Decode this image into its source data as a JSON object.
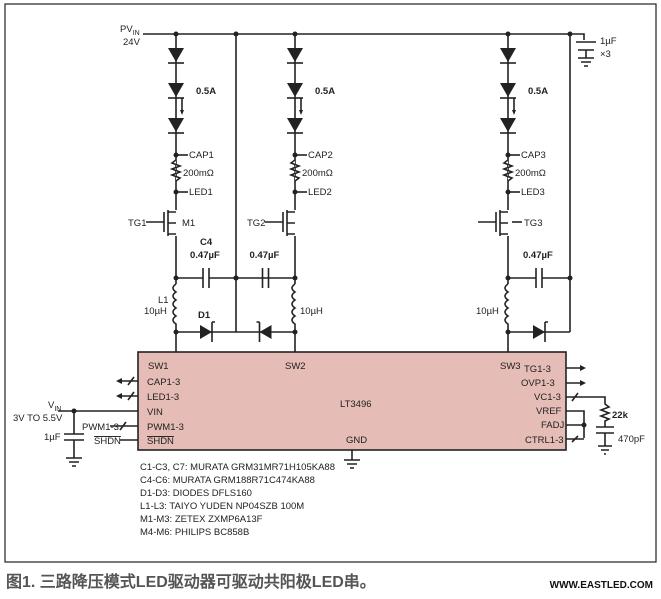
{
  "supply": {
    "name": "PV",
    "sub": "IN",
    "voltage": "24V",
    "cap": "1µF",
    "cap_mult": "×3"
  },
  "channels": [
    {
      "current": "0.5A",
      "cap_node": "CAP1",
      "resistor": "200mΩ",
      "led_node": "LED1",
      "gate": "TG1",
      "mosfet": "M1",
      "cap_ref": "C4",
      "cap_value": "0.47µF",
      "ind_ref": "L1",
      "ind_value": "10µH",
      "diode": "D1"
    },
    {
      "current": "0.5A",
      "cap_node": "CAP2",
      "resistor": "200mΩ",
      "led_node": "LED2",
      "gate": "TG2",
      "cap_value": "0.47µF",
      "ind_value": "10µH"
    },
    {
      "current": "0.5A",
      "cap_node": "CAP3",
      "resistor": "200mΩ",
      "led_node": "LED3",
      "gate": "TG3",
      "cap_value": "0.47µF",
      "ind_value": "10µH"
    }
  ],
  "ic": {
    "name": "LT3496",
    "pins_left": [
      "CAP1-3",
      "LED1-3",
      "VIN",
      "PWM1-3",
      "SHDN"
    ],
    "pins_right": [
      "TG1-3",
      "OVP1-3",
      "VC1-3",
      "VREF",
      "FADJ",
      "CTRL1-3"
    ],
    "pins_top": [
      "SW1",
      "SW2",
      "SW3"
    ],
    "gnd": "GND",
    "fill": "#e6bcb6"
  },
  "vin": {
    "name": "V",
    "sub": "IN",
    "range": "3V TO 5.5V",
    "cap": "1µF",
    "pwm": "PWM1-3",
    "shdn": "SHDN"
  },
  "comp": {
    "r": "22k",
    "c": "470pF"
  },
  "bom": [
    "C1-C3, C7: MURATA GRM31MR71H105KA88",
    "C4-C6: MURATA GRM188R71C474KA88",
    "D1-D3: DIODES DFLS160",
    "L1-L3: TAIYO YUDEN NP04SZB 100M",
    "M1-M3: ZETEX ZXMP6A13F",
    "M4-M6: PHILIPS BC858B"
  ],
  "caption": "图1. 三路降压模式LED驱动器可驱动共阳极LED串。",
  "watermark": "WWW.EASTLED.COM"
}
